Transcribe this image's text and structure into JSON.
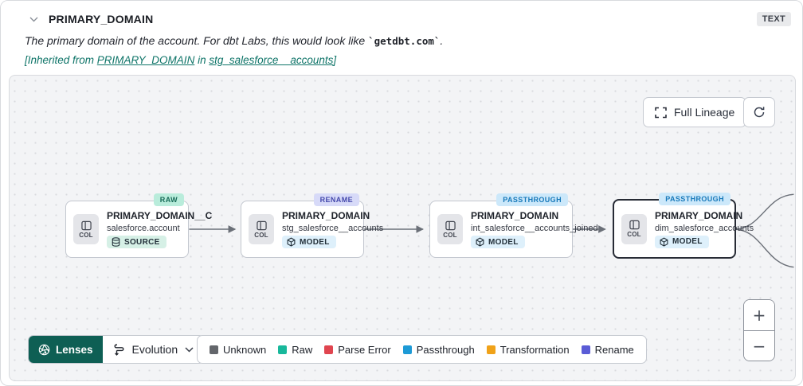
{
  "header": {
    "title": "PRIMARY_DOMAIN",
    "type_badge": "TEXT",
    "description": {
      "prefix": "The primary domain of the account. For dbt Labs, this would look like ",
      "code": "`getdbt.com`",
      "suffix": "."
    },
    "inherited": {
      "prefix": "[Inherited from ",
      "column_link": "PRIMARY_DOMAIN",
      "middle": " in ",
      "model_link": "stg_salesforce__accounts",
      "suffix": "]"
    }
  },
  "toolbar": {
    "full_lineage_label": "Full Lineage"
  },
  "nodes": [
    {
      "col_label": "COL",
      "title": "PRIMARY_DOMAIN__C",
      "subtitle": "salesforce.account",
      "resource_label": "SOURCE",
      "resource_bg": "#d6f0e6",
      "badge": "RAW",
      "badge_bg": "#b9ecdb",
      "badge_fg": "#176a57"
    },
    {
      "col_label": "COL",
      "title": "PRIMARY_DOMAIN",
      "subtitle": "stg_salesforce__accounts",
      "resource_label": "MODEL",
      "resource_bg": "#def0fb",
      "badge": "RENAME",
      "badge_bg": "#d7daf8",
      "badge_fg": "#4549ac"
    },
    {
      "col_label": "COL",
      "title": "PRIMARY_DOMAIN",
      "subtitle": "int_salesforce__accounts_joined",
      "resource_label": "MODEL",
      "resource_bg": "#def0fb",
      "badge": "PASSTHROUGH",
      "badge_bg": "#cce8fa",
      "badge_fg": "#1779ba"
    },
    {
      "col_label": "COL",
      "title": "PRIMARY_DOMAIN",
      "subtitle": "dim_salesforce_accounts",
      "resource_label": "MODEL",
      "resource_bg": "#def0fb",
      "badge": "PASSTHROUGH",
      "badge_bg": "#cce8fa",
      "badge_fg": "#1779ba"
    }
  ],
  "lens_bar": {
    "lenses_label": "Lenses",
    "active_lens": "Evolution"
  },
  "legend": {
    "items": [
      {
        "label": "Unknown",
        "color": "#63666b"
      },
      {
        "label": "Raw",
        "color": "#18b89b"
      },
      {
        "label": "Parse Error",
        "color": "#e0454f"
      },
      {
        "label": "Passthrough",
        "color": "#1d9ad6"
      },
      {
        "label": "Transformation",
        "color": "#f0a219"
      },
      {
        "label": "Rename",
        "color": "#5a5cd6"
      }
    ]
  },
  "zoom_controls": {
    "zoom_in": "+",
    "zoom_out": "−"
  },
  "colors": {
    "accent_teal": "#0e7468",
    "lenses_bg": "#0e5f54",
    "edge": "#6b7078"
  }
}
